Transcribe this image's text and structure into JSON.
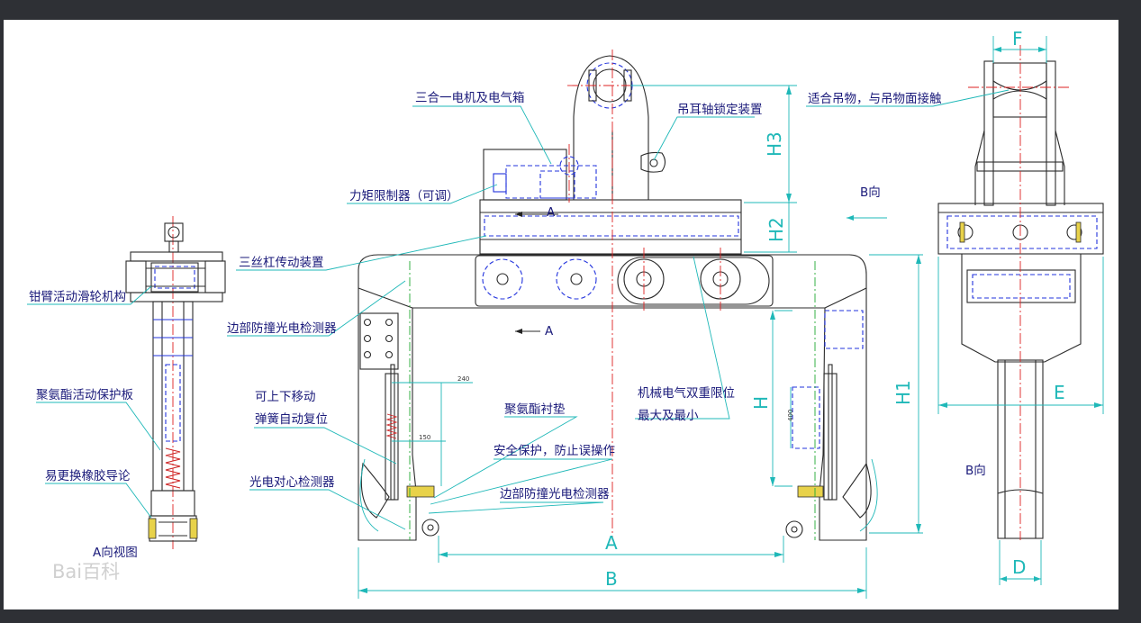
{
  "labels": {
    "motor_box": "三合一电机及电气箱",
    "lug_lock": "吊耳轴锁定装置",
    "torque_limiter": "力矩限制器（可调）",
    "b_view_top": "B向",
    "lead_screw": "三丝杠传动装置",
    "arm_pulley": "钳臂活动滑轮机构",
    "side_sensor_top": "边部防撞光电检测器",
    "pu_guard": "聚氨酯活动保护板",
    "spring_move_1": "可上下移动",
    "spring_move_2": "弹簧自动复位",
    "pu_seal": "聚氨酯衬垫",
    "safety": "安全保护，防止误操作",
    "side_sensor_bottom": "边部防撞光电检测器",
    "rubber_roller": "易更换橡胶导论",
    "center_sensor": "光电对心检测器",
    "limit_1": "机械电气双重限位",
    "limit_2": "最大及最小",
    "fit_load": "适合吊物，与吊物面接触",
    "b_view_side": "B向",
    "a_view": "A向视图",
    "section_a_top": "A",
    "section_a_mid": "A"
  },
  "dimensions": {
    "A": "A",
    "B": "B",
    "H": "H",
    "H1": "H1",
    "H2": "H2",
    "H3": "H3",
    "D": "D",
    "E": "E",
    "F": "F",
    "small_240": "240",
    "small_150": "150",
    "small_400": "400"
  },
  "watermark": "Bai百科",
  "colors": {
    "background": "#2e3035",
    "sheet": "#ffffff",
    "dimension": "#1fb8b8",
    "label": "#1a1a7a",
    "hidden": "#2233dd",
    "center": "#dd2222"
  }
}
